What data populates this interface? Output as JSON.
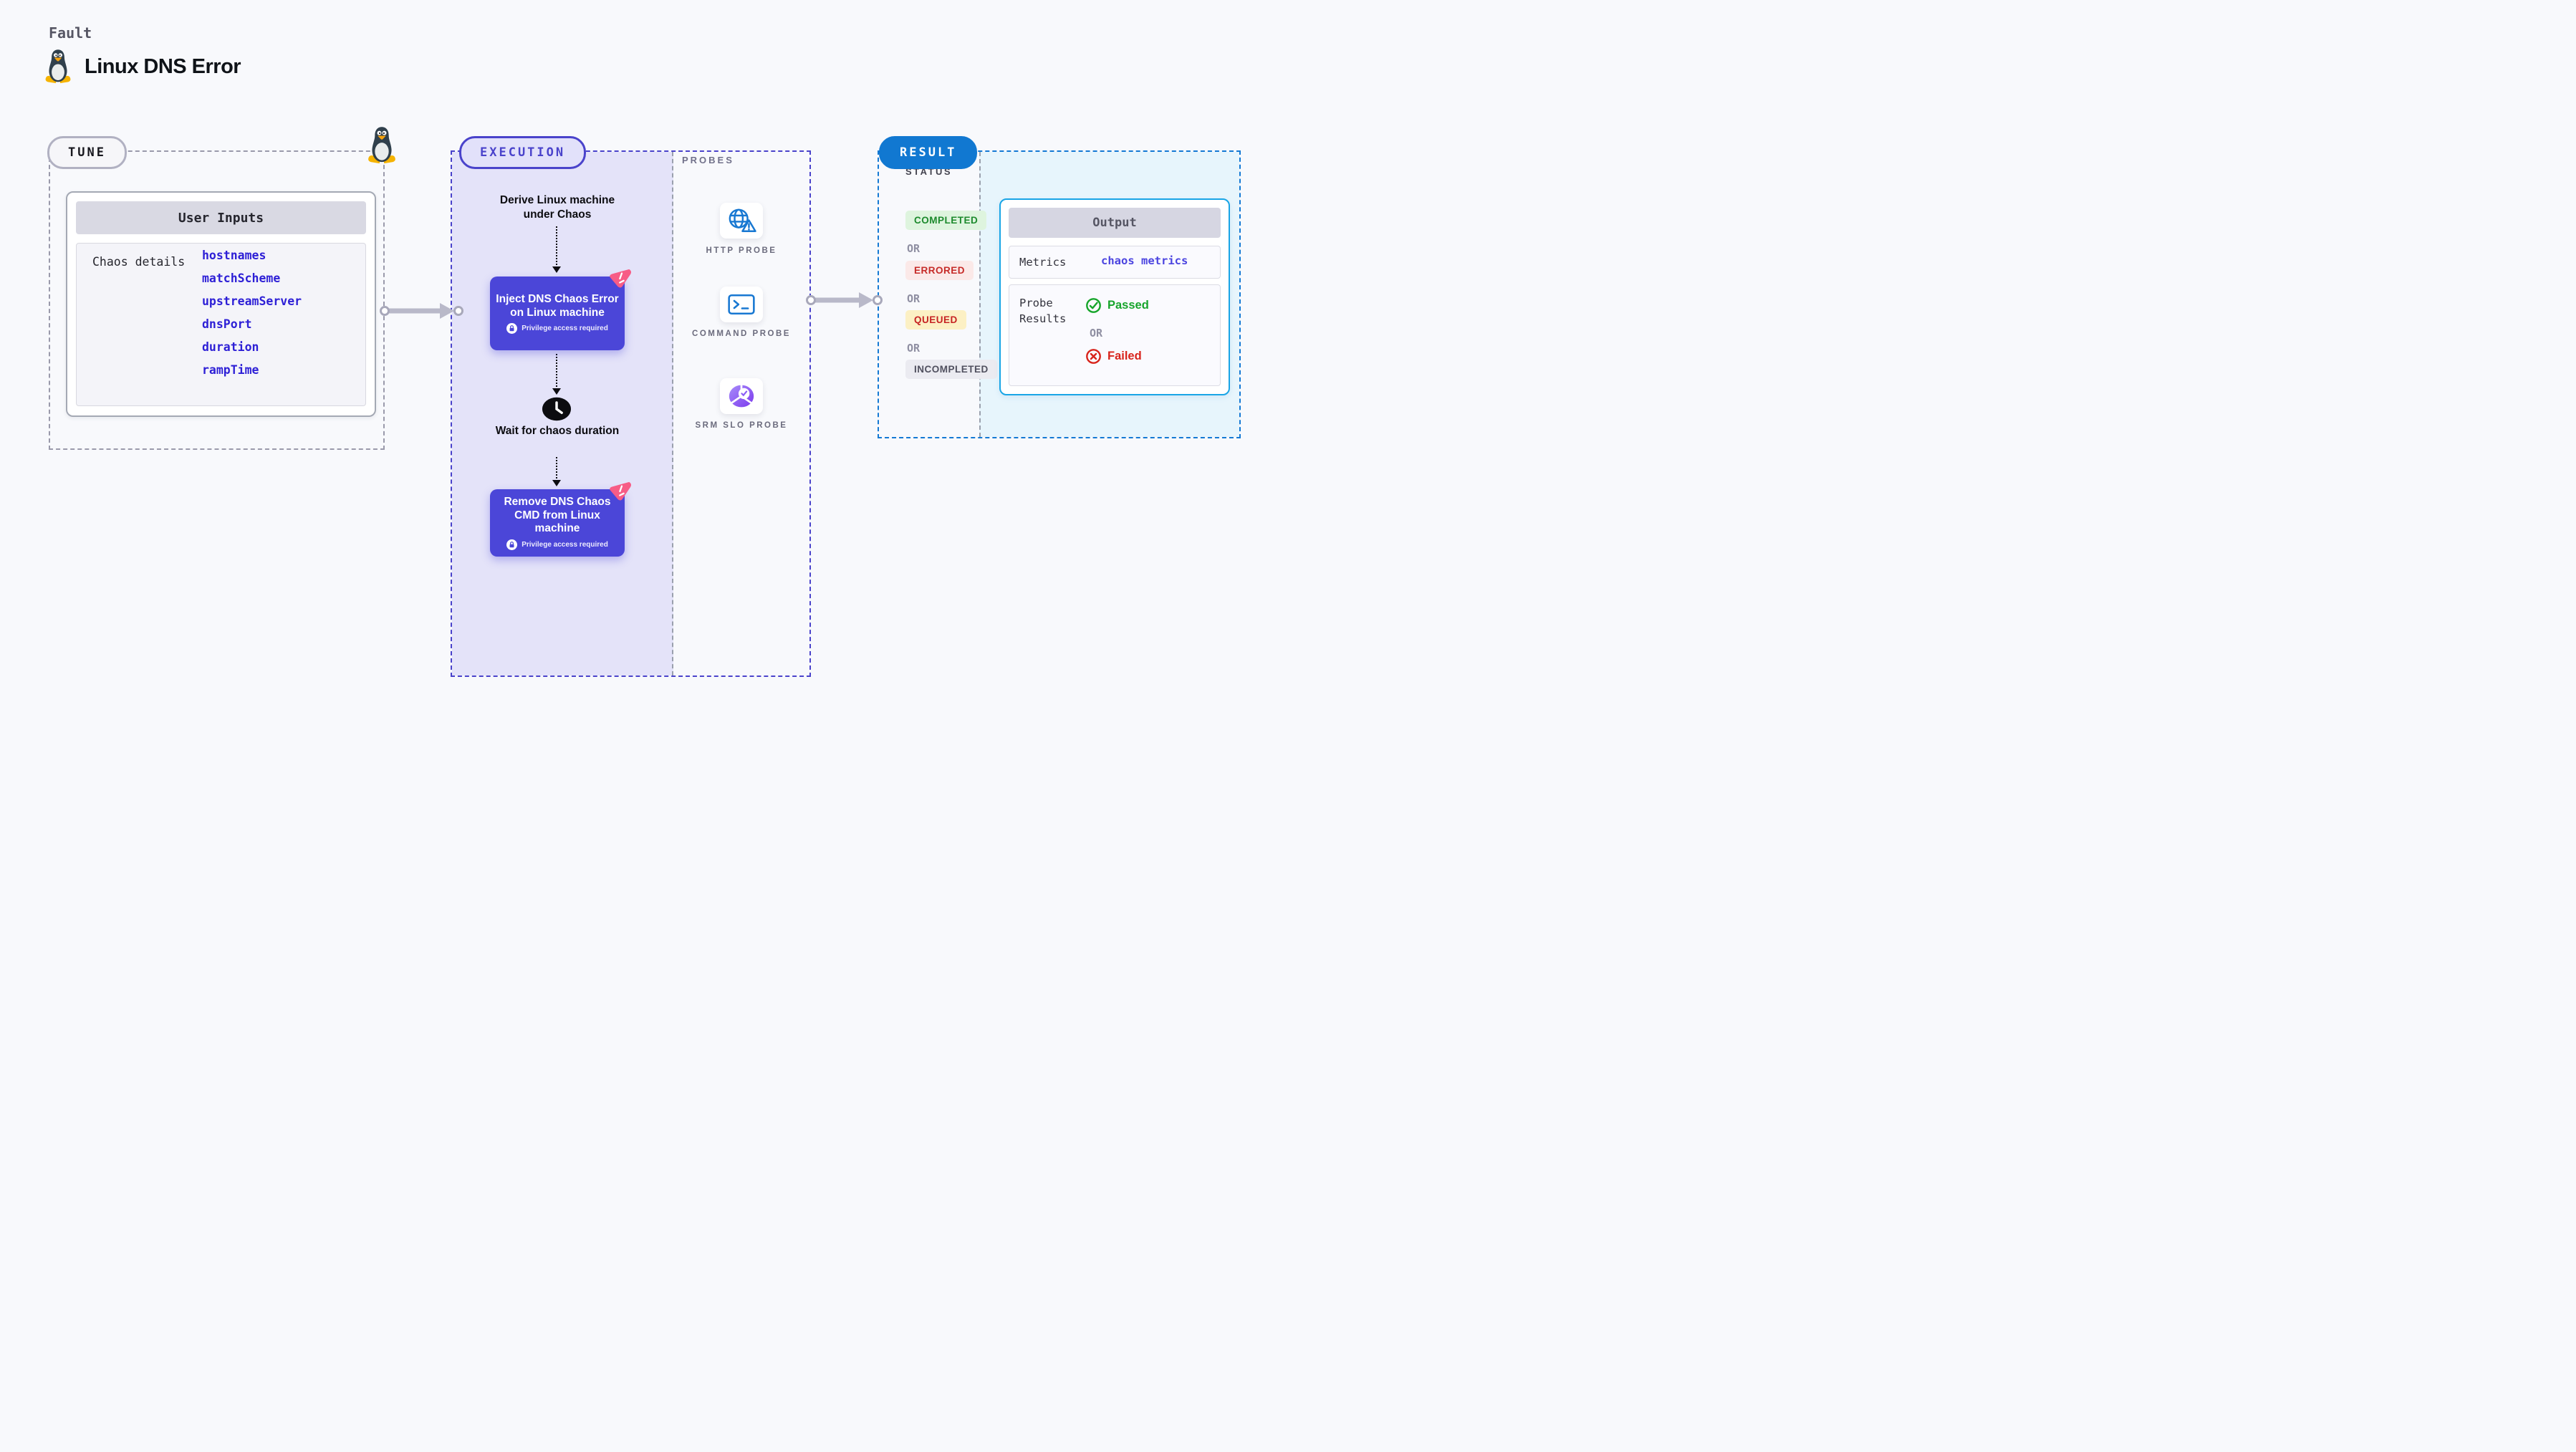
{
  "page": {
    "kicker": "Fault",
    "title": "Linux DNS Error"
  },
  "tune": {
    "label": "TUNE",
    "card_title": "User Inputs",
    "row_label": "Chaos details",
    "inputs": [
      "hostnames",
      "matchScheme",
      "upstreamServer",
      "dnsPort",
      "duration",
      "rampTime"
    ]
  },
  "execution": {
    "label": "EXECUTION",
    "start_text": "Derive Linux machine under Chaos",
    "wait_text": "Wait for chaos duration",
    "steps": [
      {
        "title": "Inject DNS Chaos Error on Linux machine",
        "note": "Privilege access required"
      },
      {
        "title": "Remove DNS Chaos CMD from Linux machine",
        "note": "Privilege access required"
      }
    ]
  },
  "probes": {
    "label": "PROBES",
    "items": [
      {
        "name": "HTTP PROBE",
        "icon": "http-probe-icon"
      },
      {
        "name": "COMMAND PROBE",
        "icon": "command-probe-icon"
      },
      {
        "name": "SRM SLO PROBE",
        "icon": "srm-slo-probe-icon"
      }
    ]
  },
  "result": {
    "label": "RESULT",
    "status_label": "STATUS",
    "or_label": "OR",
    "statuses": [
      "COMPLETED",
      "ERRORED",
      "QUEUED",
      "INCOMPLETED"
    ],
    "output": {
      "title": "Output",
      "metrics_label": "Metrics",
      "metrics_link": "chaos metrics",
      "probe_results_label": "Probe Results",
      "or_label": "OR",
      "passed": "Passed",
      "failed": "Failed"
    }
  },
  "colors": {
    "page_bg": "#F8F9FC",
    "accent_indigo": "#4B46D8",
    "execution_border": "#4A43CB",
    "execution_panel": "#E4E3F9",
    "result_blue": "#1178D1",
    "result_panel_cyan": "#E7F5FC",
    "output_border": "#19A5E6",
    "probe_blue": "#1878D2",
    "srm_purple": "#7C3AED",
    "chaos_pink": "#F75C86",
    "link_indigo": "#2D1FD6",
    "completed_green": "#1D8A2D",
    "errored_red": "#C62B28",
    "queued_red": "#C62323",
    "passed_green": "#17A52B",
    "failed_red": "#D8241C",
    "tux_body": "#30404C",
    "tux_yellow": "#F5B301"
  }
}
